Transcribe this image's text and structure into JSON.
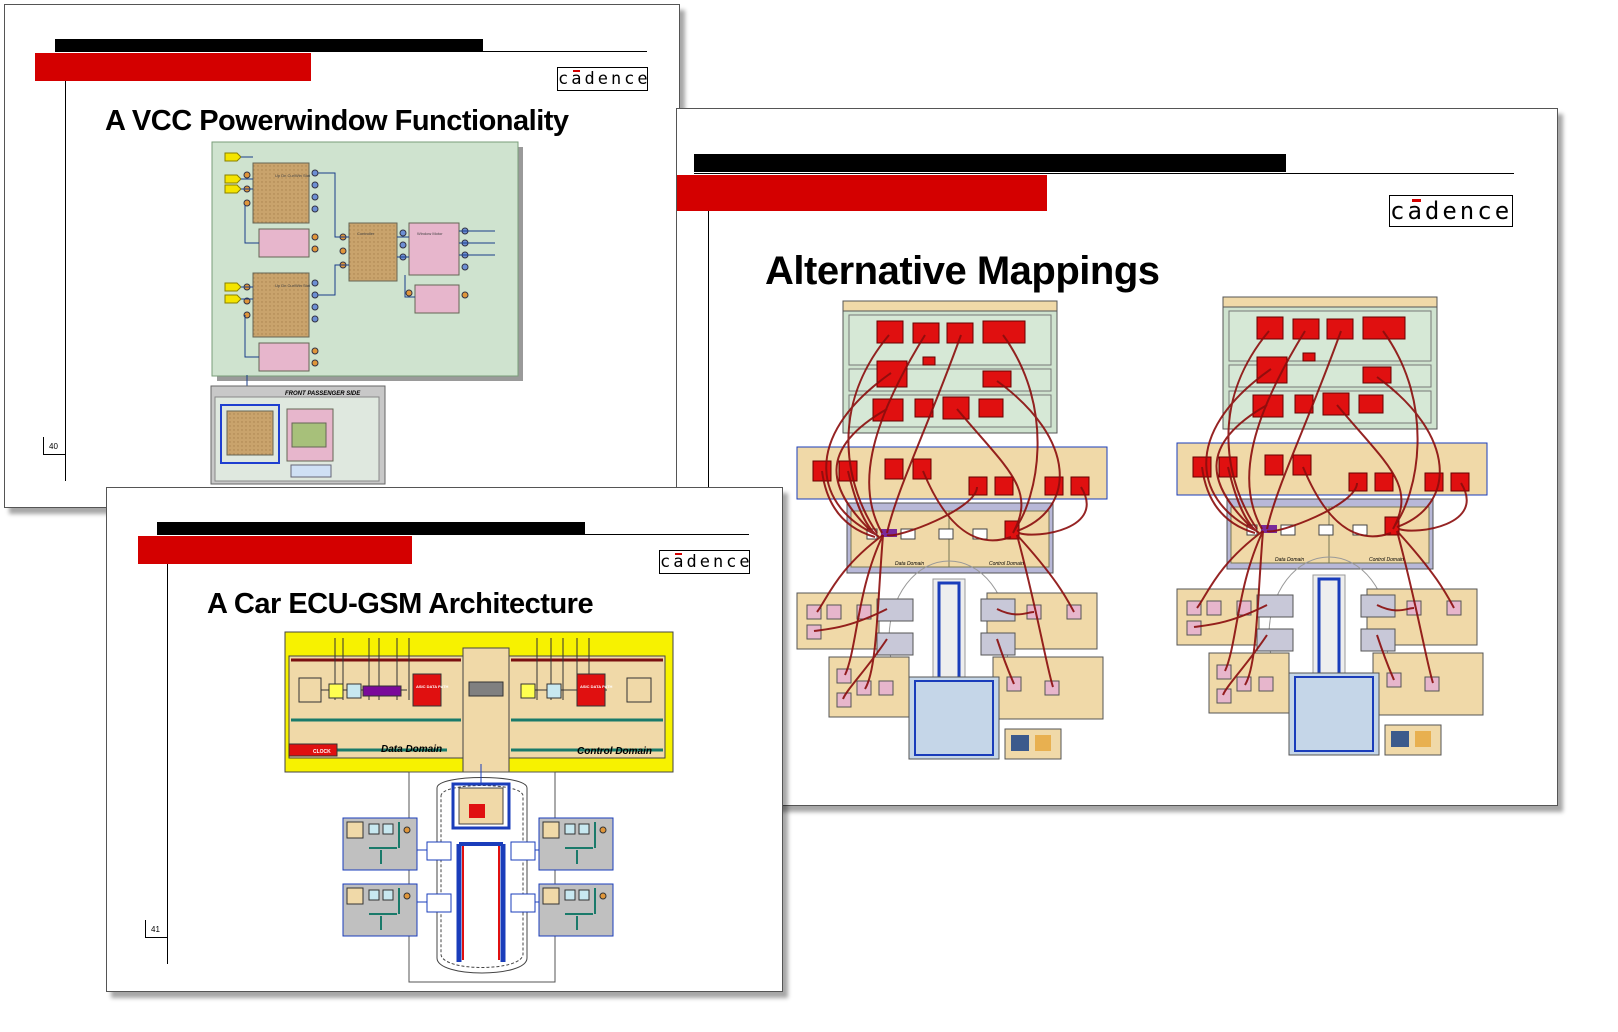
{
  "brand": {
    "logo_text": "cadence",
    "accent": "#d40000"
  },
  "slides": [
    {
      "title": "A VCC Powerwindow Functionality",
      "page_number": "40",
      "diagram": {
        "panel_label": "FRONT PASSENGER SIDE"
      }
    },
    {
      "title": "A Car ECU-GSM Architecture",
      "page_number": "41",
      "diagram": {
        "data_domain": "Data Domain",
        "control_domain": "Control Domain",
        "clock": "CLOCK",
        "asic_left": "ASIC DATA PATH",
        "asic_right": "ASIC DATA PATH"
      }
    },
    {
      "title": "Alternative Mappings",
      "diagram": {
        "left_domain_label": "Data Domain",
        "right_domain_label": "Control Domain"
      }
    }
  ]
}
